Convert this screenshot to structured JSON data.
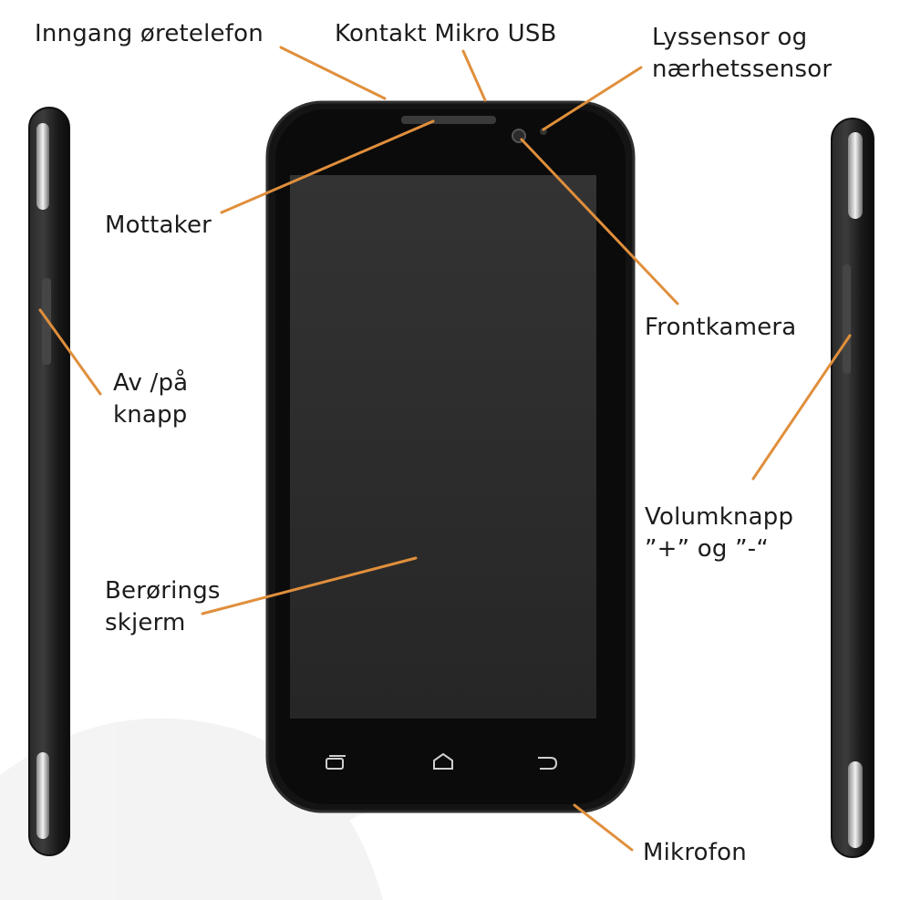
{
  "colors": {
    "leader_line": "#e08f3c",
    "phone_body": "#181818",
    "phone_bezel": "#0d0d0d",
    "screen": "#2b2b2b",
    "chrome_highlight": "#e8e8e8"
  },
  "icons": {
    "recent_apps": "recent-apps-icon",
    "home": "home-icon",
    "back": "back-icon"
  },
  "labels": {
    "headphone_jack": "Inngang øretelefon",
    "micro_usb": "Kontakt Mikro USB",
    "light_sensor_line1": "Lyssensor og",
    "light_sensor_line2": "nærhetssensor",
    "receiver": "Mottaker",
    "front_camera": "Frontkamera",
    "power_button_line1": "Av /på",
    "power_button_line2": "knapp",
    "volume_button_line1": "Volumknapp",
    "volume_button_line2": "”+” og ”-“",
    "touchscreen_line1": "Berørings",
    "touchscreen_line2": "skjerm",
    "microphone": "Mikrofon"
  }
}
